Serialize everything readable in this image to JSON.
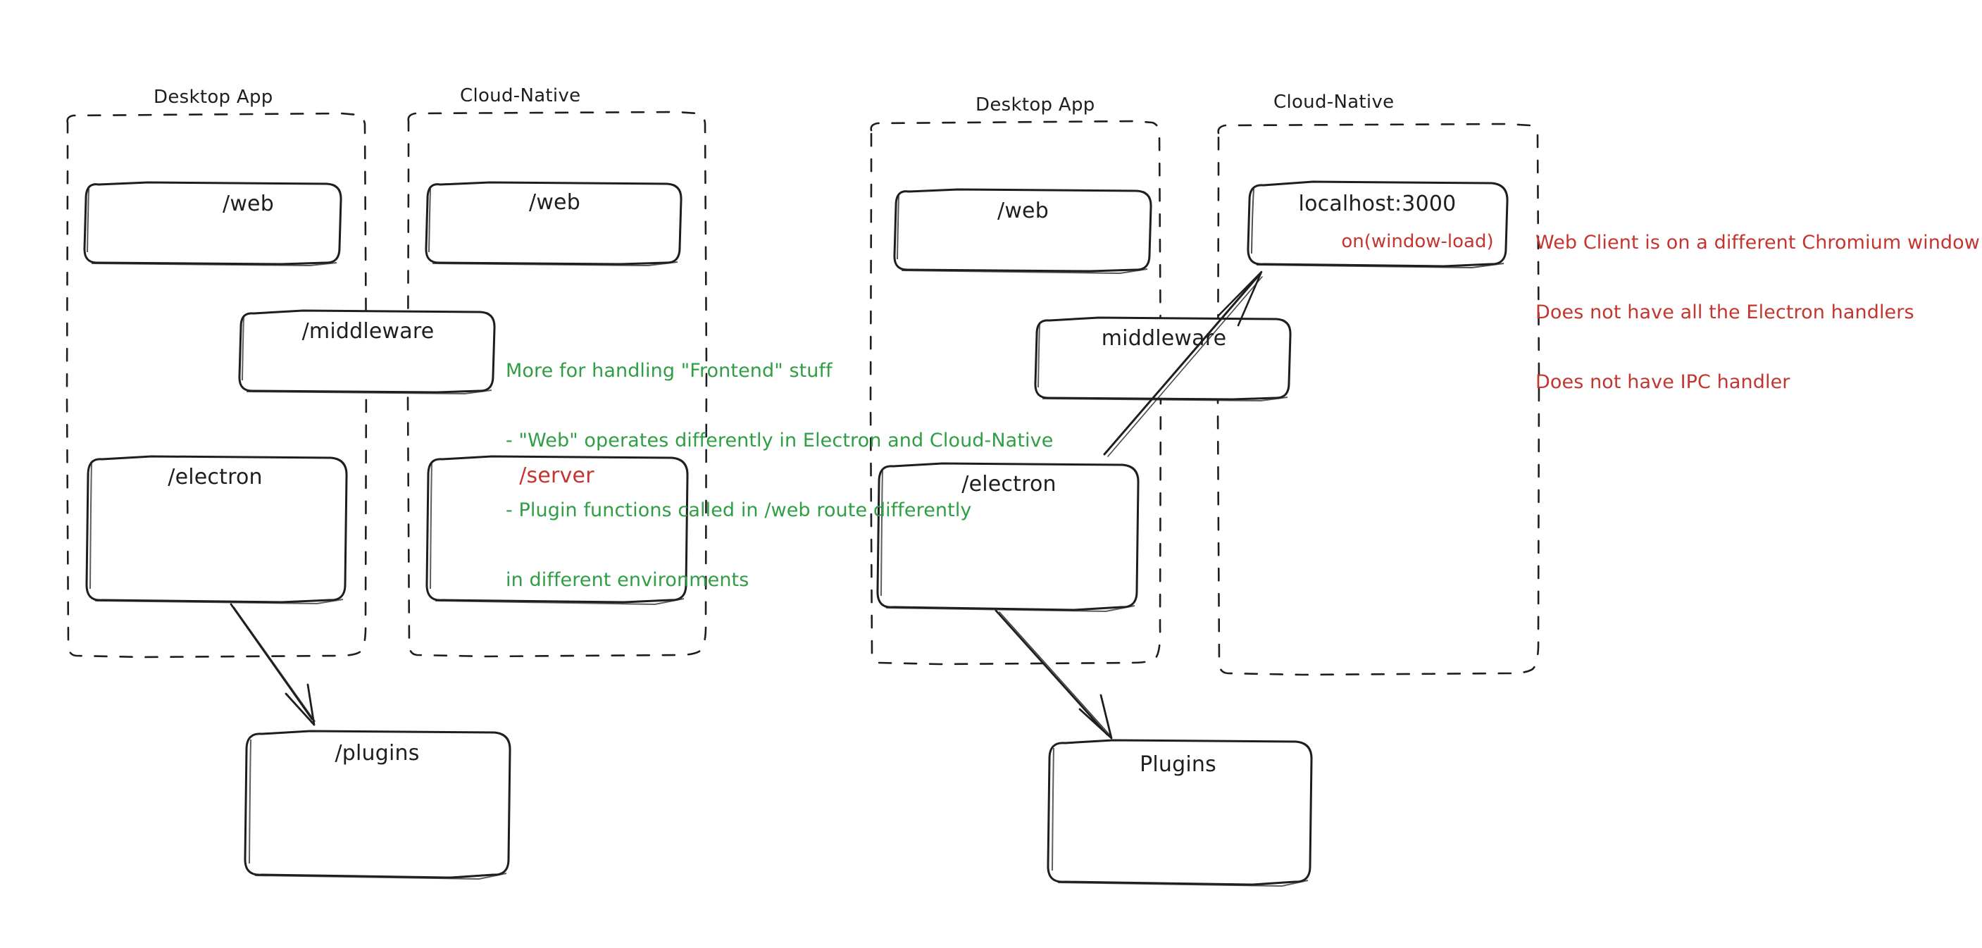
{
  "diagram": {
    "title": "Electron vs Cloud-Native architecture comparison",
    "colors": {
      "stroke": "#1e1e1e",
      "green": "#2f9e44",
      "red": "#c4352f",
      "background": "#ffffff"
    },
    "panels": [
      {
        "id": "left",
        "groups": [
          {
            "id": "left-desktop",
            "title": "Desktop App"
          },
          {
            "id": "left-cloud",
            "title": "Cloud-Native"
          }
        ],
        "nodes": [
          {
            "id": "left-desktop-web",
            "label": "/web",
            "color": "dark"
          },
          {
            "id": "left-cloud-web",
            "label": "/web",
            "color": "dark"
          },
          {
            "id": "left-middleware",
            "label": "/middleware",
            "color": "dark"
          },
          {
            "id": "left-electron",
            "label": "/electron",
            "color": "dark"
          },
          {
            "id": "left-server",
            "label": "/server",
            "color": "red"
          },
          {
            "id": "left-plugins",
            "label": "/plugins",
            "color": "dark"
          }
        ]
      },
      {
        "id": "right",
        "groups": [
          {
            "id": "right-desktop",
            "title": "Desktop App"
          },
          {
            "id": "right-cloud",
            "title": "Cloud-Native"
          }
        ],
        "nodes": [
          {
            "id": "right-desktop-web",
            "label": "/web",
            "color": "dark"
          },
          {
            "id": "right-localhost",
            "label": "localhost:3000",
            "color": "dark",
            "sublabel": "on(window-load)",
            "sublabel_color": "red"
          },
          {
            "id": "right-middleware",
            "label": "middleware",
            "color": "dark"
          },
          {
            "id": "right-electron",
            "label": "/electron",
            "color": "dark"
          },
          {
            "id": "right-plugins",
            "label": "Plugins",
            "color": "dark"
          }
        ]
      }
    ],
    "annotations": {
      "green_note": {
        "color": "#2f9e44",
        "lines": [
          "More for handling \"Frontend\" stuff",
          "- \"Web\" operates differently in Electron and Cloud-Native",
          "- Plugin functions called in /web route differently",
          "in different environments"
        ]
      },
      "red_note": {
        "color": "#c4352f",
        "lines": [
          "Web Client is on a different Chromium window",
          "Does not have all the Electron handlers",
          "Does not have IPC handler"
        ]
      }
    },
    "arrows": [
      {
        "id": "left-electron-to-plugins",
        "from": "left-electron",
        "to": "left-plugins"
      },
      {
        "id": "right-electron-to-localhost",
        "from": "right-electron",
        "to": "right-localhost"
      },
      {
        "id": "right-electron-to-plugins",
        "from": "right-electron",
        "to": "right-plugins"
      }
    ]
  }
}
